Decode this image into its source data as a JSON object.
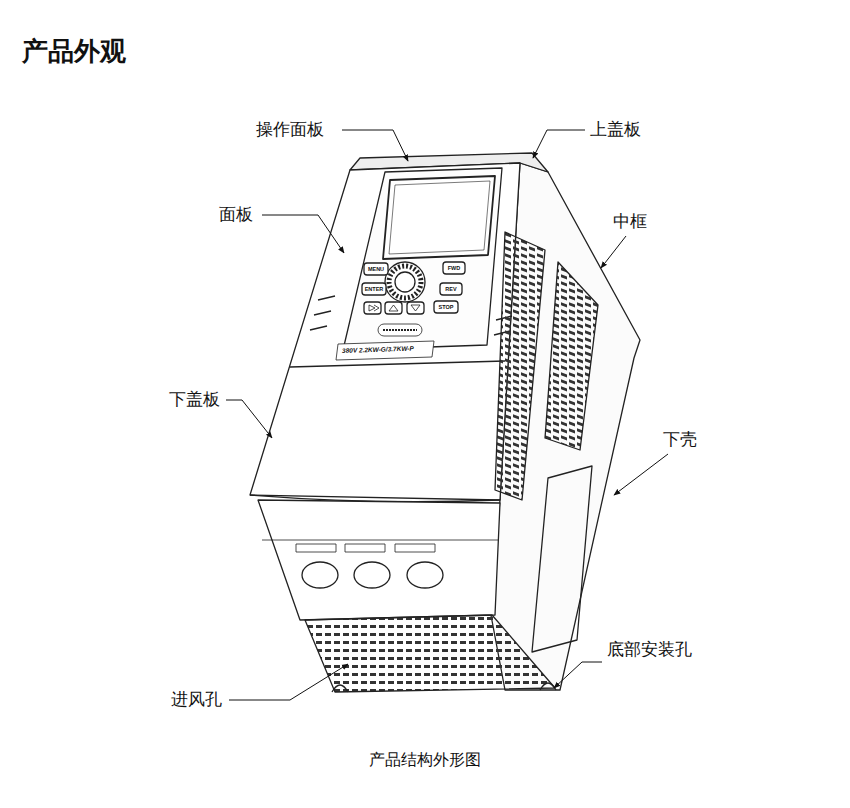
{
  "diagram": {
    "title": "产品外观",
    "caption": "产品结构外形图",
    "labels": [
      "操作面板",
      "上盖板",
      "面板",
      "中框",
      "下盖板",
      "下壳",
      "进风孔",
      "底部安装孔",
      "MENU",
      "FWD",
      "ENTER",
      "REV",
      "STOP",
      "380V 2.2KW-G/3.7KW-P"
    ]
  }
}
